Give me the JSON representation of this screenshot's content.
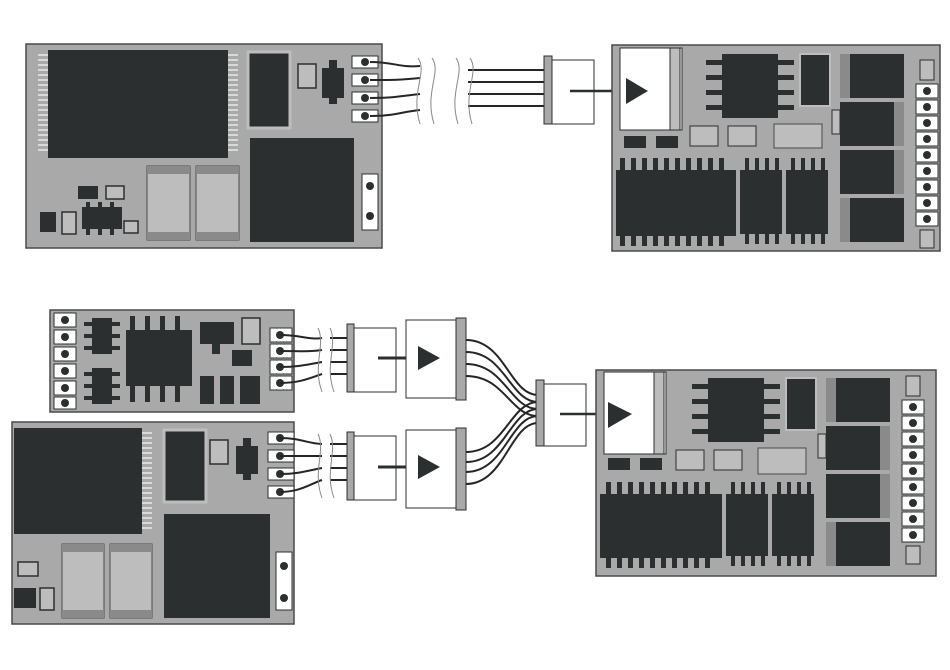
{
  "colors": {
    "board": "#a9a9a9",
    "board_stroke": "#4a4a4a",
    "chip": "#2c2f30",
    "component_light": "#bdbdbd",
    "wire": "#262626",
    "connector": "#ffffff",
    "background": "#ffffff"
  },
  "diagram": {
    "top_row": {
      "source_module": "decoder-with-4-pin-cable",
      "connector": "single-plug",
      "target_module": "receiving-board"
    },
    "bottom_row": {
      "source_modules": [
        "small-decoder",
        "large-decoder"
      ],
      "intermediate_connectors": 2,
      "merged_connector": "y-adapter-plug",
      "target_module": "receiving-board"
    }
  },
  "icons": [
    "arrow-right-icon",
    "cable-break-icon"
  ]
}
